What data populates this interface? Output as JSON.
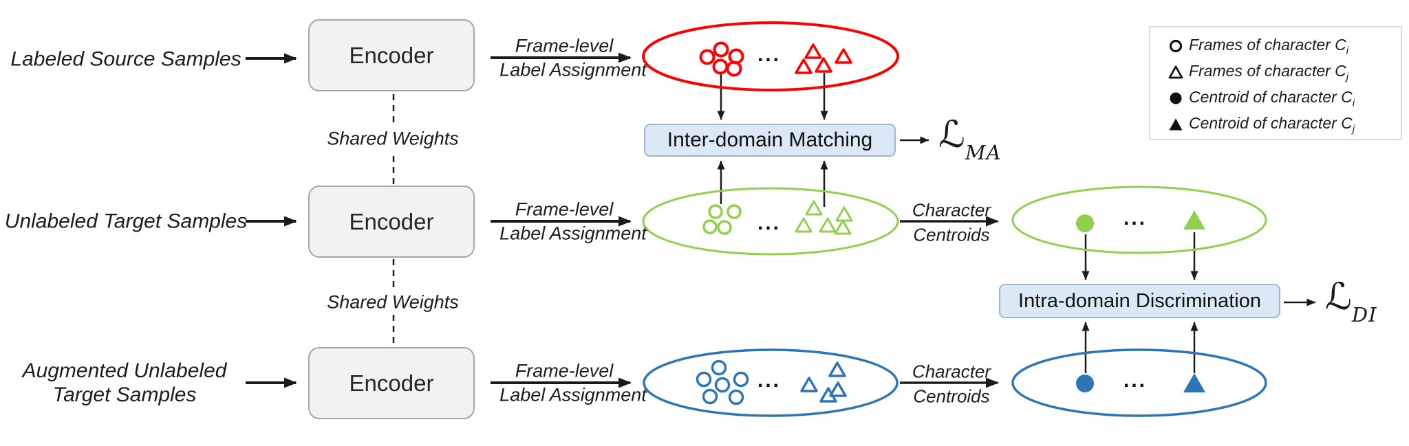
{
  "labels": {
    "row1_input": "Labeled Source Samples",
    "row2_input": "Unlabeled Target Samples",
    "row3_input_line1": "Augmented Unlabeled",
    "row3_input_line2": "Target Samples",
    "encoder": "Encoder",
    "shared_weights": "Shared Weights",
    "frame_level": "Frame-level",
    "label_assignment": "Label Assignment",
    "character": "Character",
    "centroids": "Centroids",
    "inter_box": "Inter-domain Matching",
    "intra_box": "Intra-domain Discrimination",
    "loss_script": "ℒ",
    "loss_ma_sub": "MA",
    "loss_di_sub": "DI",
    "ellipsis": "..."
  },
  "legend": {
    "items": [
      {
        "symbol": "open-circle",
        "text": "Frames of character C",
        "sub": "i"
      },
      {
        "symbol": "open-triangle",
        "text": "Frames of character C",
        "sub": "j"
      },
      {
        "symbol": "filled-circle",
        "text": "Centroid of character C",
        "sub": "i"
      },
      {
        "symbol": "filled-triangle",
        "text": "Centroid of character C",
        "sub": "j"
      }
    ]
  },
  "colors": {
    "source": "#fe0000",
    "target": "#8fd14f",
    "augmented": "#2e75b6",
    "ink": "#1a1a1a",
    "proc_box_fill": "#dbe9f6",
    "proc_box_border": "#9fb6cc",
    "encoder_fill": "#f2f2f2",
    "encoder_border": "#a6a6a6",
    "legend_border": "#dcdcdc"
  },
  "diagram": {
    "rows": [
      {
        "name": "source",
        "color": "#fe0000",
        "frame_circles": 5,
        "frame_triangles": 4,
        "has_centroid_set": false
      },
      {
        "name": "target",
        "color": "#8fd14f",
        "frame_circles": 4,
        "frame_triangles": 5,
        "has_centroid_set": true
      },
      {
        "name": "augmented-target",
        "color": "#2e75b6",
        "frame_circles": 6,
        "frame_triangles": 4,
        "has_centroid_set": true
      }
    ]
  }
}
